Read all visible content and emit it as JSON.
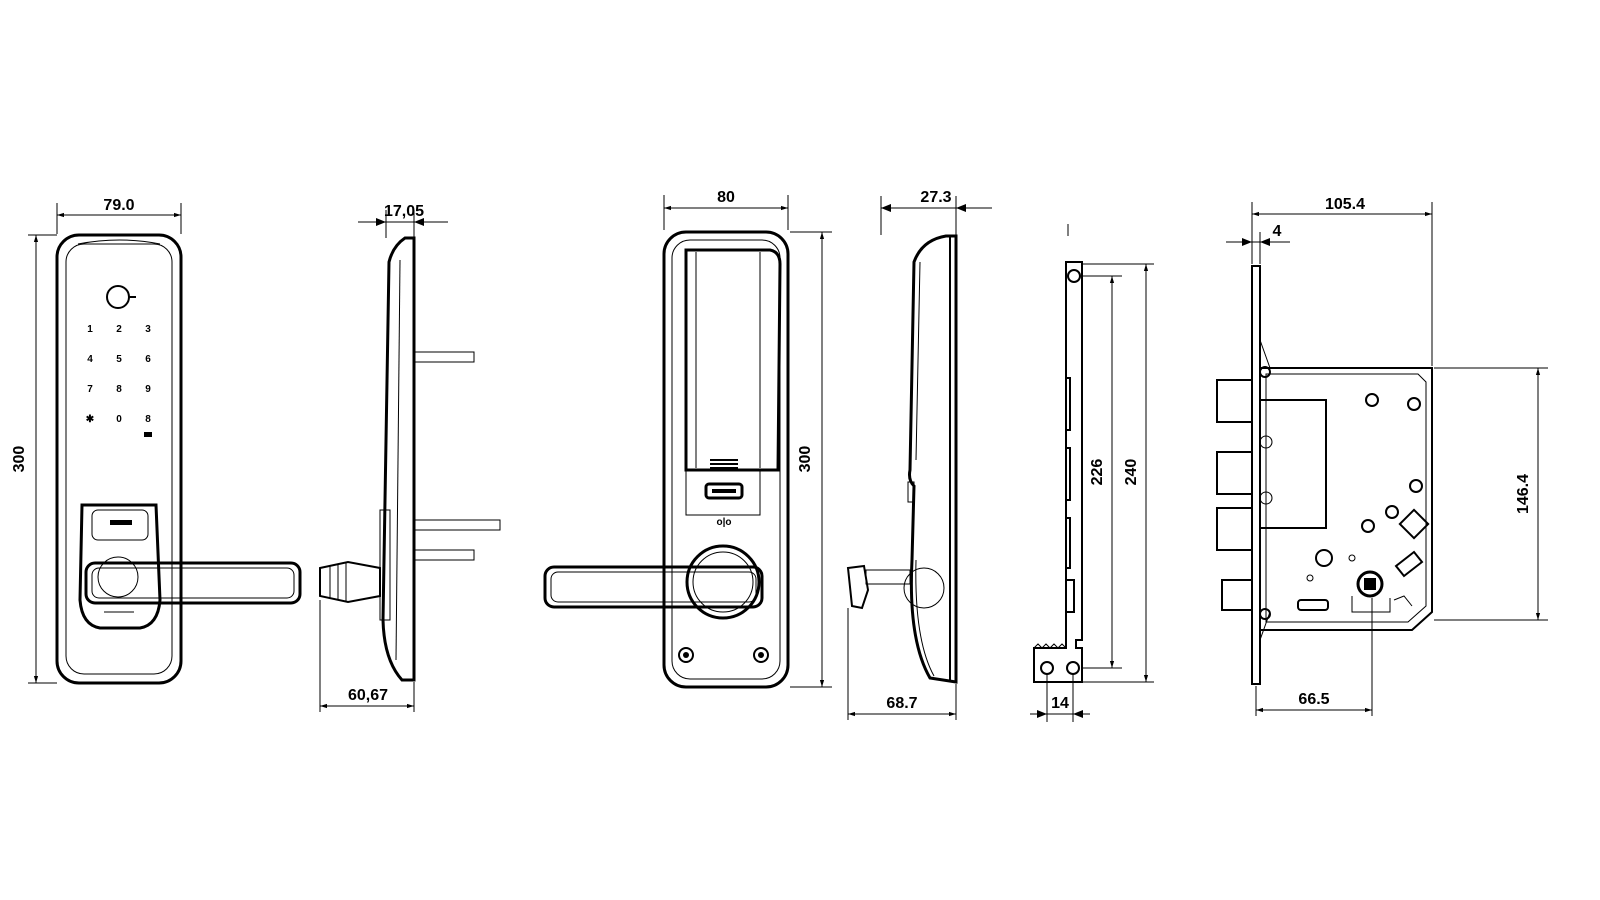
{
  "dimensions": {
    "front_width": "79.0",
    "front_height": "300",
    "side_front_depth": "17,05",
    "side_front_handle_depth": "60,67",
    "back_width": "80",
    "back_height": "300",
    "side_back_depth": "27.3",
    "side_back_handle_depth": "68.7",
    "faceplate_inner_height": "226",
    "faceplate_outer_height": "240",
    "faceplate_width": "14",
    "mortise_total_depth": "105.4",
    "mortise_faceplate_thickness": "4",
    "mortise_case_height": "146.4",
    "mortise_backset": "66.5"
  },
  "keypad": [
    "1",
    "2",
    "3",
    "4",
    "5",
    "6",
    "7",
    "8",
    "9",
    "✱",
    "0",
    "8"
  ]
}
